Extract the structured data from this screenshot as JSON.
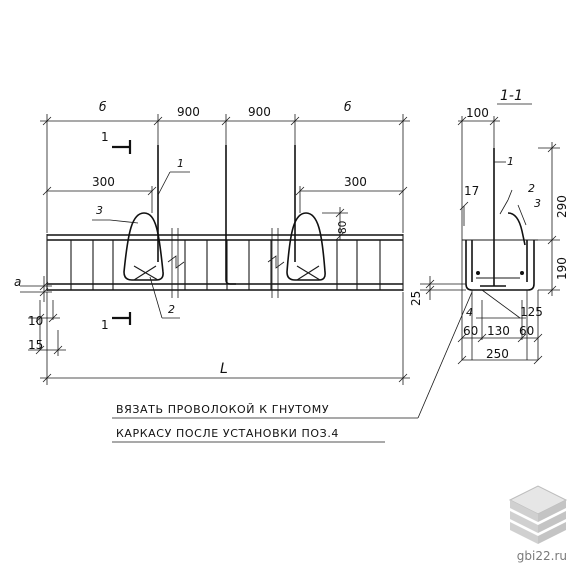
{
  "section_label": "1-1",
  "cut_mark": "1",
  "dims_top": {
    "left": "б",
    "mid1": "900",
    "mid2": "900",
    "right": "б"
  },
  "dims_300_left": "300",
  "dims_300_right": "300",
  "dim_80": "80",
  "dim_a": "a",
  "dim_10": "10",
  "dim_15": "15",
  "dim_L": "L",
  "callouts": {
    "c1": "1",
    "c2": "2",
    "c3": "3"
  },
  "section_dims": {
    "d100": "100",
    "d17": "17",
    "d290": "290",
    "d190": "190",
    "d25": "25",
    "d4": "4",
    "d125": "125",
    "d60a": "60",
    "d130": "130",
    "d60b": "60",
    "d250": "250"
  },
  "section_callouts": {
    "c1": "1",
    "c2": "2",
    "c3": "3"
  },
  "note_line1": "ВЯЗАТЬ ПРОВОЛОКОЙ К ГНУТОМУ",
  "note_line2": "КАРКАСУ ПОСЛЕ УСТАНОВКИ ПОЗ.4",
  "watermark": "gbi22.ru"
}
